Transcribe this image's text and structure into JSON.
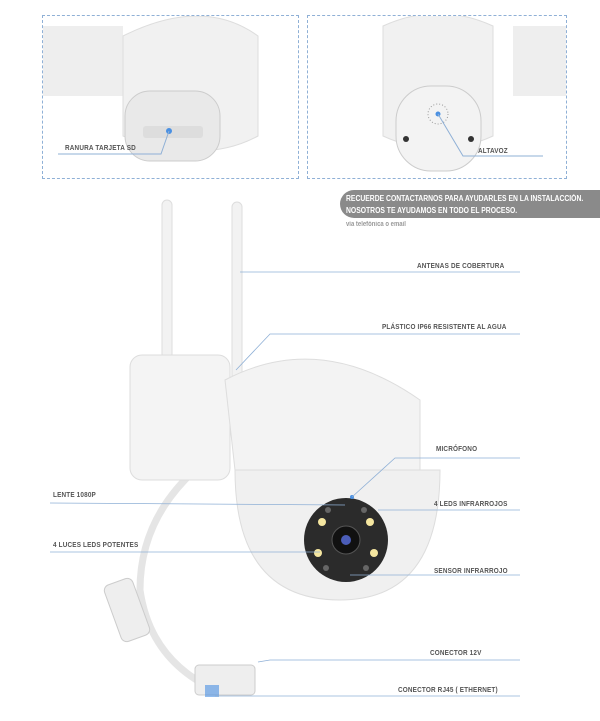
{
  "panels": [
    {
      "label": "RANURA TARJETA SD"
    },
    {
      "label": "ALTAVOZ"
    }
  ],
  "banner": {
    "line1": "RECUERDE CONTACTARNOS PARA AYUDARLES EN LA INSTALACCIÓN.",
    "line2": "NOSOTROS TE AYUDAMOS EN TODO EL PROCESO.",
    "sub": "vía telefónica o email"
  },
  "labels": {
    "antenas": "ANTENAS DE COBERTURA",
    "plastico": "PLÁSTICO IP66 RESISTENTE AL AGUA",
    "microfono": "MICRÓFONO",
    "leds_ir": "4 LEDS INFRARROJOS",
    "sensor": "SENSOR INFRARROJO",
    "conector12": "CONECTOR 12V",
    "rj45": "CONECTOR RJ45 ( ETHERNET)",
    "lente": "LENTE 1080P",
    "luces": "4 LUCES LEDS POTENTES"
  },
  "colors": {
    "accent": "#4a90e2",
    "line": "#8fb0d6"
  }
}
